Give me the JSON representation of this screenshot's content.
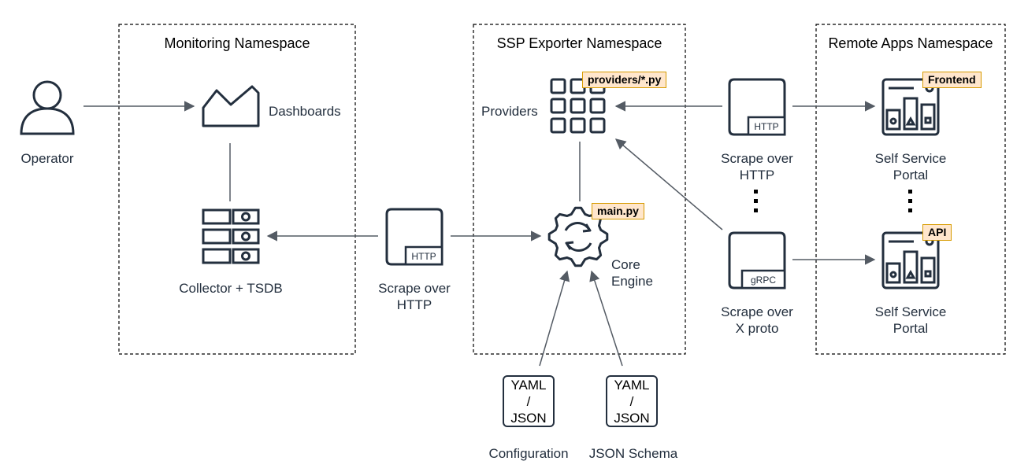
{
  "namespaces": {
    "monitoring": "Monitoring Namespace",
    "ssp_exporter": "SSP Exporter Namespace",
    "remote_apps": "Remote Apps Namespace"
  },
  "nodes": {
    "operator": "Operator",
    "dashboards": "Dashboards",
    "collector": "Collector + TSDB",
    "scrape_http_mid_1": "Scrape over",
    "scrape_http_mid_2": "HTTP",
    "providers": "Providers",
    "providers_tag": "providers/*.py",
    "core_engine_1": "Core",
    "core_engine_2": "Engine",
    "main_tag": "main.py",
    "configuration": "Configuration",
    "json_schema": "JSON Schema",
    "config_doc": [
      "YAML",
      "/",
      "JSON"
    ],
    "schema_doc": [
      "YAML",
      "/",
      "JSON"
    ],
    "scrape_http_right_1": "Scrape over",
    "scrape_http_right_2": "HTTP",
    "scrape_x_1": "Scrape over",
    "scrape_x_2": "X proto",
    "portal_top_1": "Self Service",
    "portal_top_2": "Portal",
    "portal_bottom_1": "Self Service",
    "portal_bottom_2": "Portal",
    "frontend_tag": "Frontend",
    "api_tag": "API"
  },
  "icon_labels": {
    "http_mid": "HTTP",
    "http_right": "HTTP",
    "grpc": "gRPC"
  },
  "colors": {
    "ink": "#232f3e",
    "arrow": "#545b64",
    "tag_fill": "#ffe6cc",
    "tag_border": "#d79b00"
  }
}
